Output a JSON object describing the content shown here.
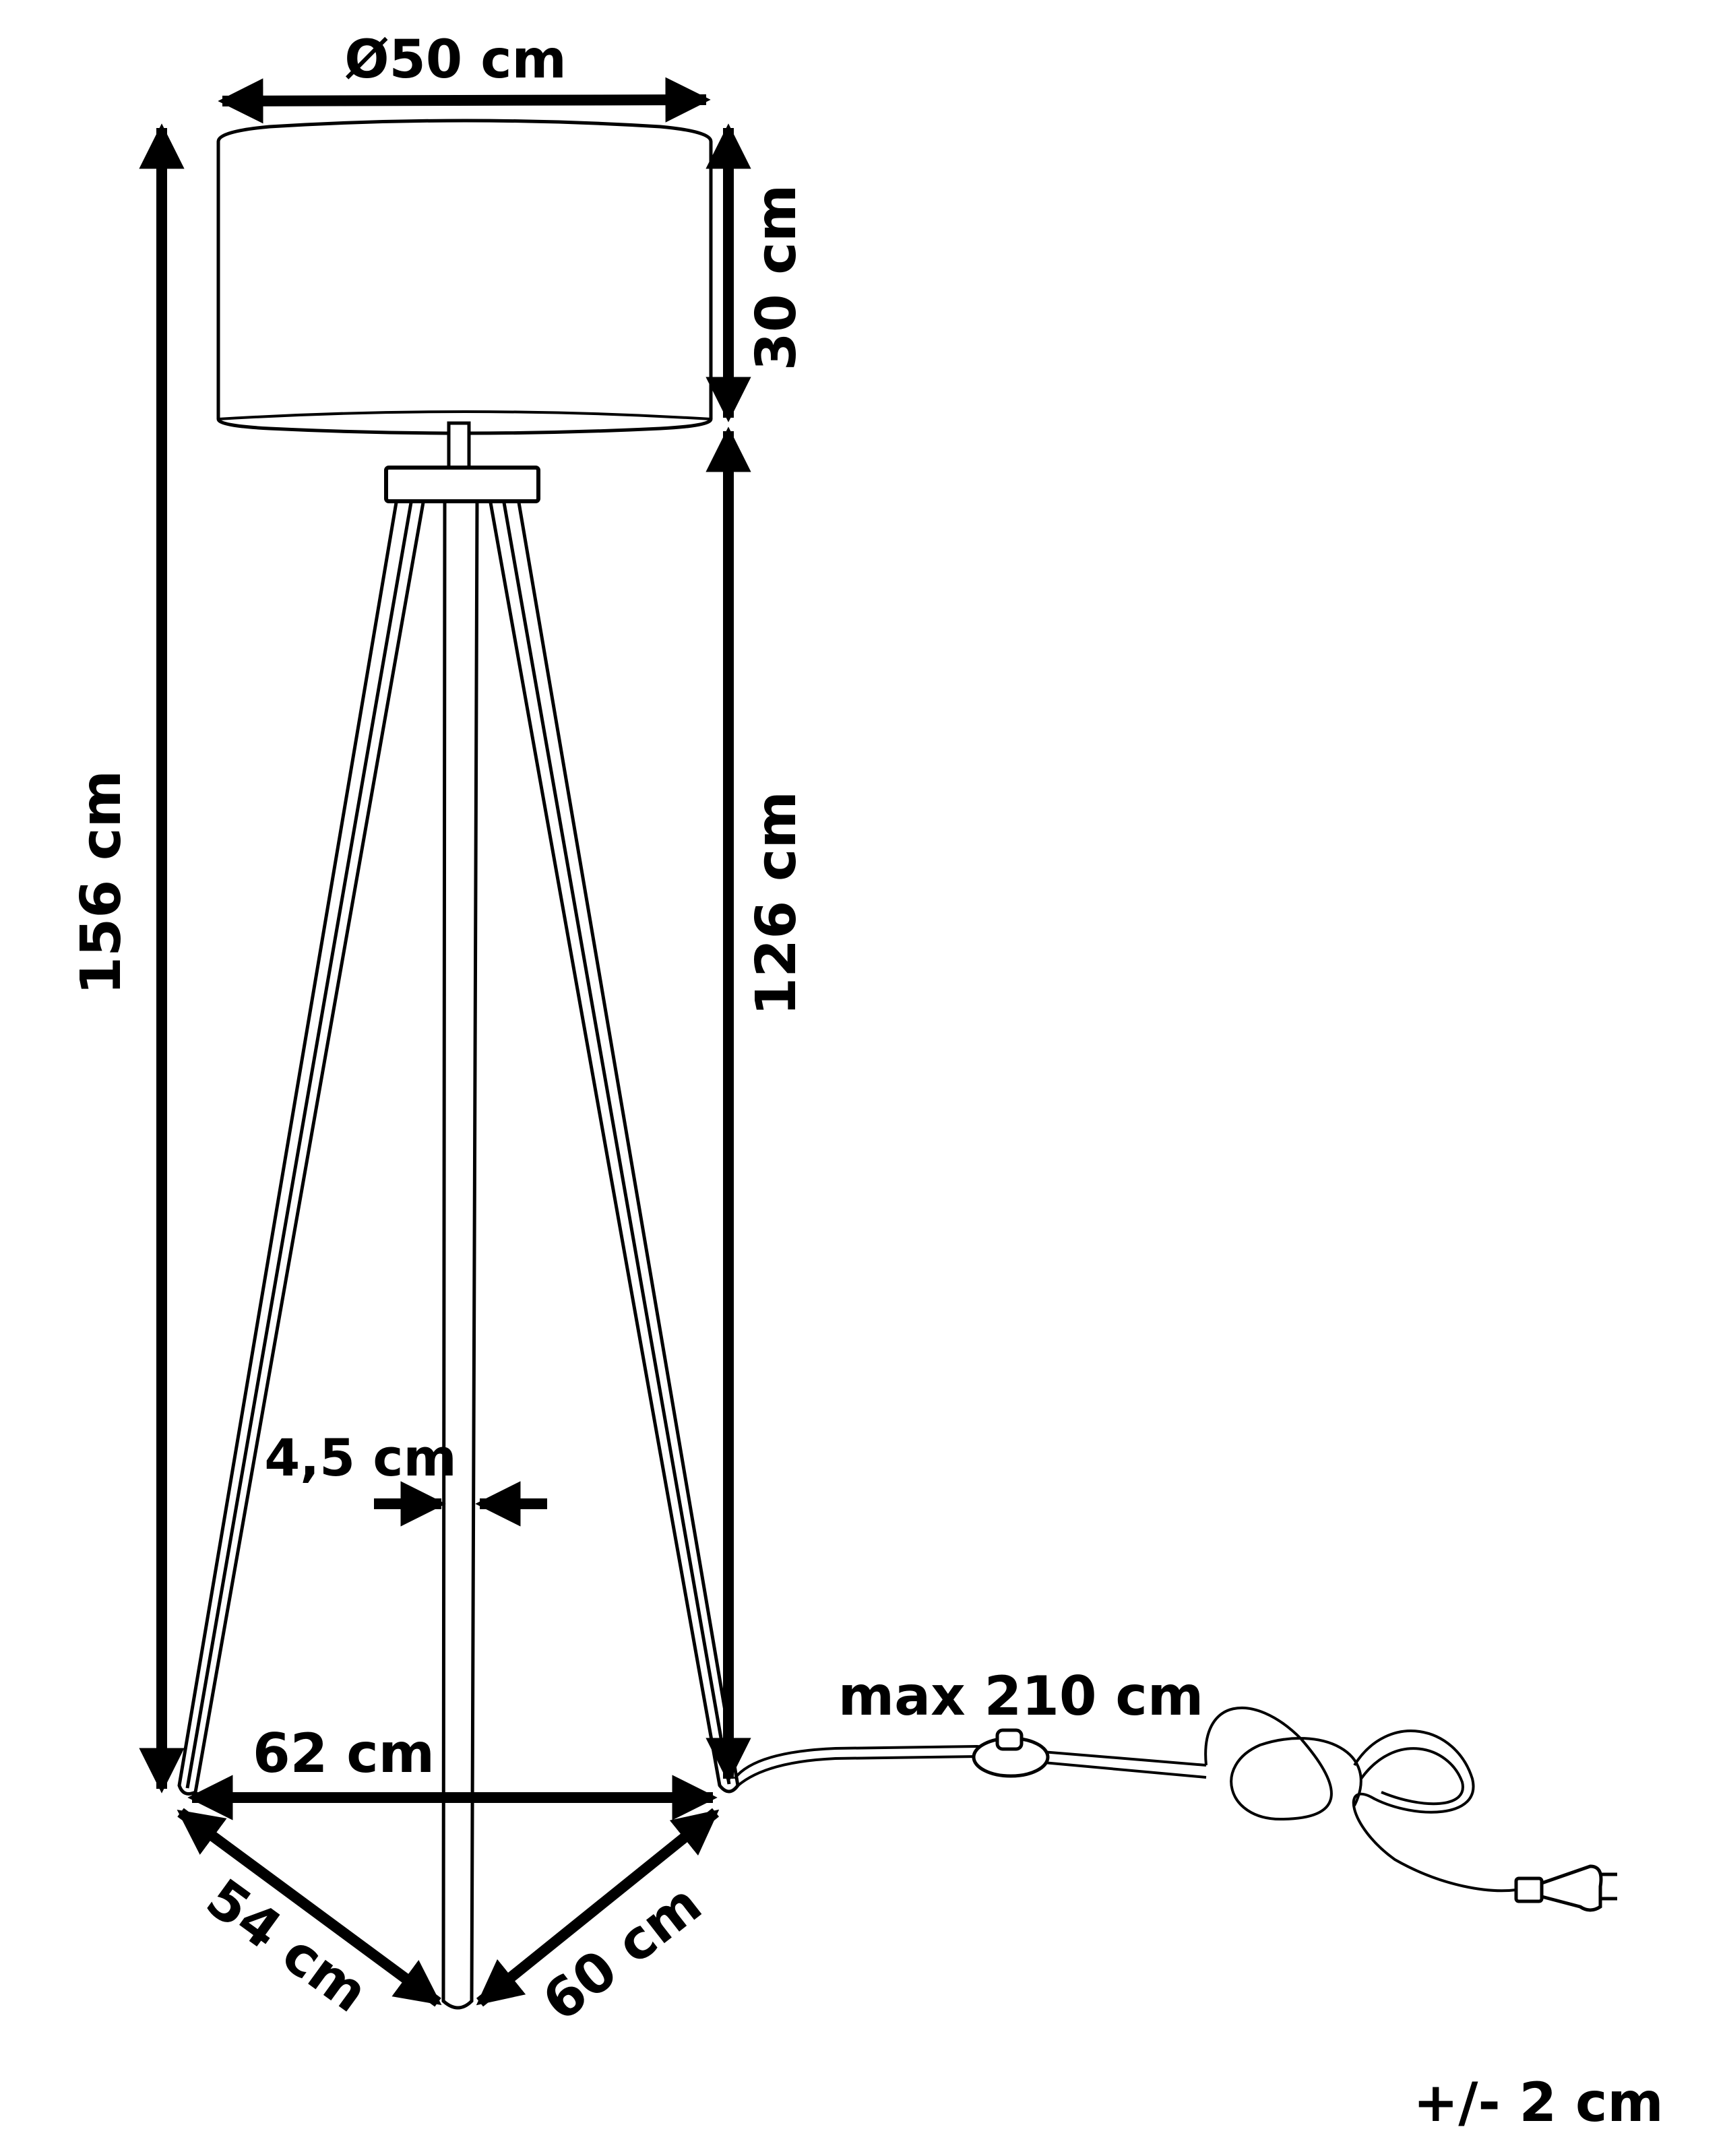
{
  "diagram": {
    "subject": "Tripod floor lamp dimensions",
    "colors": {
      "ink": "#000000",
      "background": "#ffffff"
    },
    "labels": {
      "shade_diameter": "Ø50 cm",
      "total_height": "156 cm",
      "shade_height": "30 cm",
      "base_height": "126 cm",
      "leg_width": "4,5 cm",
      "leg_span_front": "62 cm",
      "leg_span_left": "54 cm",
      "leg_span_right": "60 cm",
      "cable_length": "max 210 cm",
      "tolerance": "+/- 2 cm"
    }
  }
}
